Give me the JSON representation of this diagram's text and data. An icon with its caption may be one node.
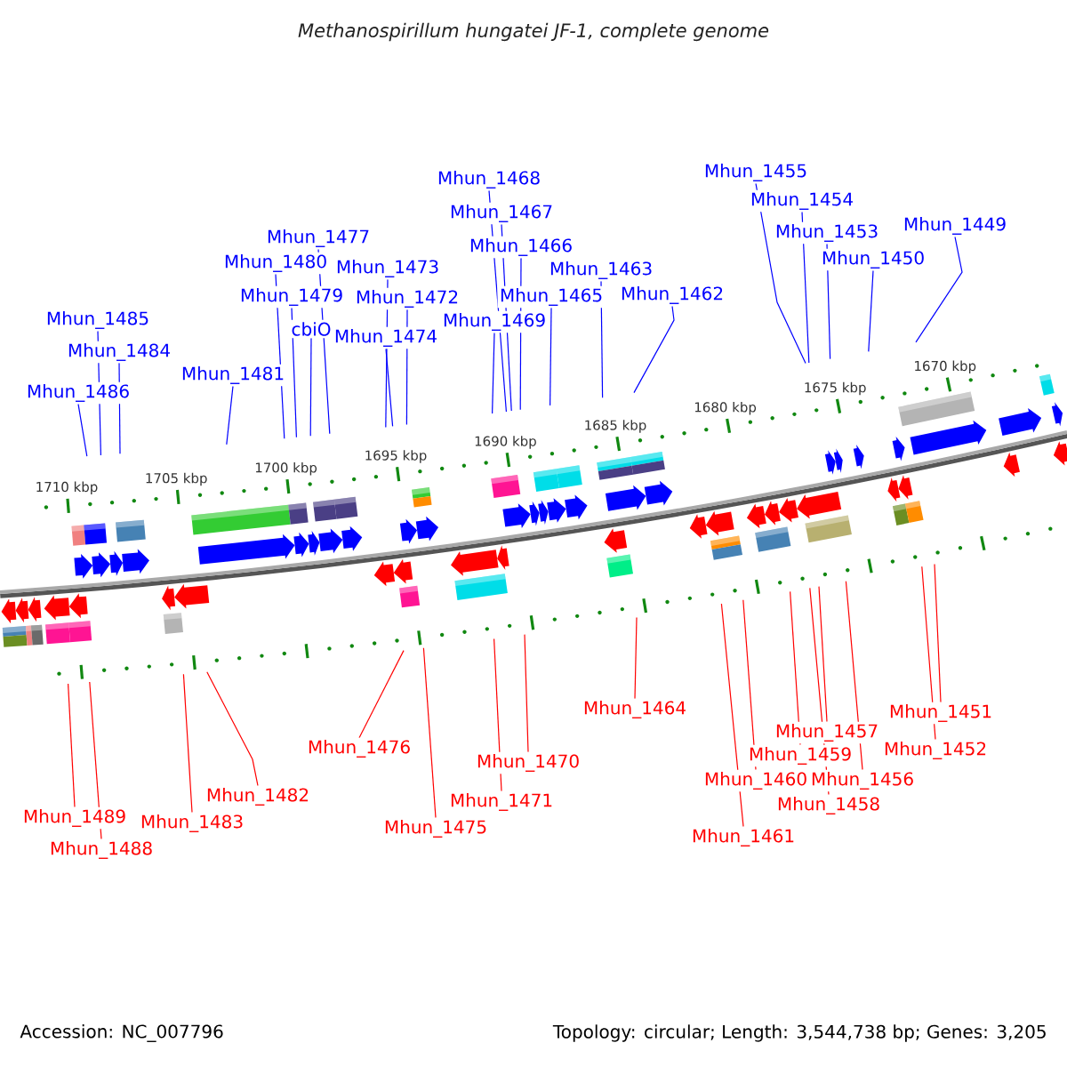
{
  "diagram": {
    "title": "Methanospirillum hungatei JF-1, complete genome",
    "nodes": [
      {
        "text": [
          "Mhun_1486"
        ]
      },
      {
        "text": [
          "Mhun_1485"
        ]
      },
      {
        "text": [
          "Mhun_1484"
        ]
      },
      {
        "text": [
          "Mhun_1481"
        ]
      },
      {
        "text": [
          "Mhun_1480"
        ]
      },
      {
        "text": [
          "Mhun_1479"
        ]
      },
      {
        "text": [
          "Mhun_1477"
        ]
      },
      {
        "text": [
          "cbiO"
        ]
      },
      {
        "text": [
          "Mhun_1474"
        ]
      },
      {
        "text": [
          "Mhun_1473"
        ]
      },
      {
        "text": [
          "Mhun_1472"
        ]
      },
      {
        "text": [
          "Mhun_1469"
        ]
      },
      {
        "text": [
          "Mhun_1468"
        ]
      },
      {
        "text": [
          "Mhun_1467"
        ]
      },
      {
        "text": [
          "Mhun_1466"
        ]
      },
      {
        "text": [
          "Mhun_1465"
        ]
      },
      {
        "text": [
          "Mhun_1463"
        ]
      },
      {
        "text": [
          "Mhun_1462"
        ]
      },
      {
        "text": [
          "Mhun_1455"
        ]
      },
      {
        "text": [
          "Mhun_1454"
        ]
      },
      {
        "text": [
          "Mhun_1453"
        ]
      },
      {
        "text": [
          "Mhun_1450"
        ]
      },
      {
        "text": [
          "Mhun_1449"
        ]
      },
      {
        "text": [
          "Mhun_1489"
        ]
      },
      {
        "text": [
          "Mhun_1488"
        ]
      },
      {
        "text": [
          "Mhun_1483"
        ]
      },
      {
        "text": [
          "Mhun_1482"
        ]
      },
      {
        "text": [
          "Mhun_1476"
        ]
      },
      {
        "text": [
          "Mhun_1475"
        ]
      },
      {
        "text": [
          "Mhun_1471"
        ]
      },
      {
        "text": [
          "Mhun_1470"
        ]
      },
      {
        "text": [
          "Mhun_1464"
        ]
      },
      {
        "text": [
          "Mhun_1461"
        ]
      },
      {
        "text": [
          "Mhun_1460"
        ]
      },
      {
        "text": [
          "Mhun_1459"
        ]
      },
      {
        "text": [
          "Mhun_1458"
        ]
      },
      {
        "text": [
          "Mhun_1457"
        ]
      },
      {
        "text": [
          "Mhun_1456"
        ]
      },
      {
        "text": [
          "Mhun_1452"
        ]
      },
      {
        "text": [
          "Mhun_1451"
        ]
      }
    ],
    "edges": [
      {
        "from": 0,
        "to": null,
        "arrow": "none"
      },
      {
        "from": 1,
        "to": null,
        "arrow": "none"
      },
      {
        "from": 2,
        "to": null,
        "arrow": "none"
      },
      {
        "from": 3,
        "to": null,
        "arrow": "none"
      },
      {
        "from": 4,
        "to": null,
        "arrow": "none"
      },
      {
        "from": 5,
        "to": null,
        "arrow": "none"
      },
      {
        "from": 6,
        "to": null,
        "arrow": "none"
      },
      {
        "from": 7,
        "to": null,
        "arrow": "none"
      },
      {
        "from": 8,
        "to": null,
        "arrow": "none"
      },
      {
        "from": 9,
        "to": null,
        "arrow": "none"
      },
      {
        "from": 10,
        "to": null,
        "arrow": "none"
      },
      {
        "from": 11,
        "to": null,
        "arrow": "none"
      },
      {
        "from": 12,
        "to": null,
        "arrow": "none"
      },
      {
        "from": 13,
        "to": null,
        "arrow": "none"
      },
      {
        "from": 14,
        "to": null,
        "arrow": "none"
      },
      {
        "from": 15,
        "to": null,
        "arrow": "none"
      },
      {
        "from": 16,
        "to": null,
        "arrow": "none"
      },
      {
        "from": 17,
        "to": null,
        "arrow": "none"
      },
      {
        "from": 18,
        "to": null,
        "arrow": "none"
      },
      {
        "from": 19,
        "to": null,
        "arrow": "none"
      },
      {
        "from": 20,
        "to": null,
        "arrow": "none"
      },
      {
        "from": 21,
        "to": null,
        "arrow": "none"
      },
      {
        "from": 22,
        "to": null,
        "arrow": "none"
      },
      {
        "from": 23,
        "to": null,
        "arrow": "none",
        "color": "#ff0000"
      },
      {
        "from": 24,
        "to": null,
        "arrow": "none",
        "color": "#ff0000"
      },
      {
        "from": 25,
        "to": null,
        "arrow": "none",
        "color": "#ff0000"
      },
      {
        "from": 26,
        "to": null,
        "arrow": "none",
        "color": "#ff0000"
      },
      {
        "from": 27,
        "to": null,
        "arrow": "none",
        "color": "#ff0000"
      },
      {
        "from": 28,
        "to": null,
        "arrow": "none",
        "color": "#ff0000"
      },
      {
        "from": 29,
        "to": null,
        "arrow": "none",
        "color": "#ff0000"
      },
      {
        "from": 30,
        "to": null,
        "arrow": "none",
        "color": "#ff0000"
      },
      {
        "from": 31,
        "to": null,
        "arrow": "none",
        "color": "#ff0000"
      },
      {
        "from": 32,
        "to": null,
        "arrow": "none",
        "color": "#ff0000"
      },
      {
        "from": 33,
        "to": null,
        "arrow": "none",
        "color": "#ff0000"
      },
      {
        "from": 34,
        "to": null,
        "arrow": "none",
        "color": "#ff0000"
      },
      {
        "from": 35,
        "to": null,
        "arrow": "none",
        "color": "#ff0000"
      },
      {
        "from": 36,
        "to": null,
        "arrow": "none",
        "color": "#ff0000"
      },
      {
        "from": 37,
        "to": null,
        "arrow": "none",
        "color": "#ff0000"
      },
      {
        "from": 38,
        "to": null,
        "arrow": "none",
        "color": "#ff0000"
      },
      {
        "from": 39,
        "to": null,
        "arrow": "none",
        "color": "#ff0000"
      }
    ],
    "labels": [
      "1710 kbp",
      "1705 kbp",
      "1700 kbp",
      "1695 kbp",
      "1690 kbp",
      "1685 kbp",
      "1680 kbp",
      "1675 kbp",
      "1670 kbp",
      "Accession: NC_007796",
      "Topology: circular; Length: 3,544,738 bp; Genes: 3,205"
    ]
  }
}
